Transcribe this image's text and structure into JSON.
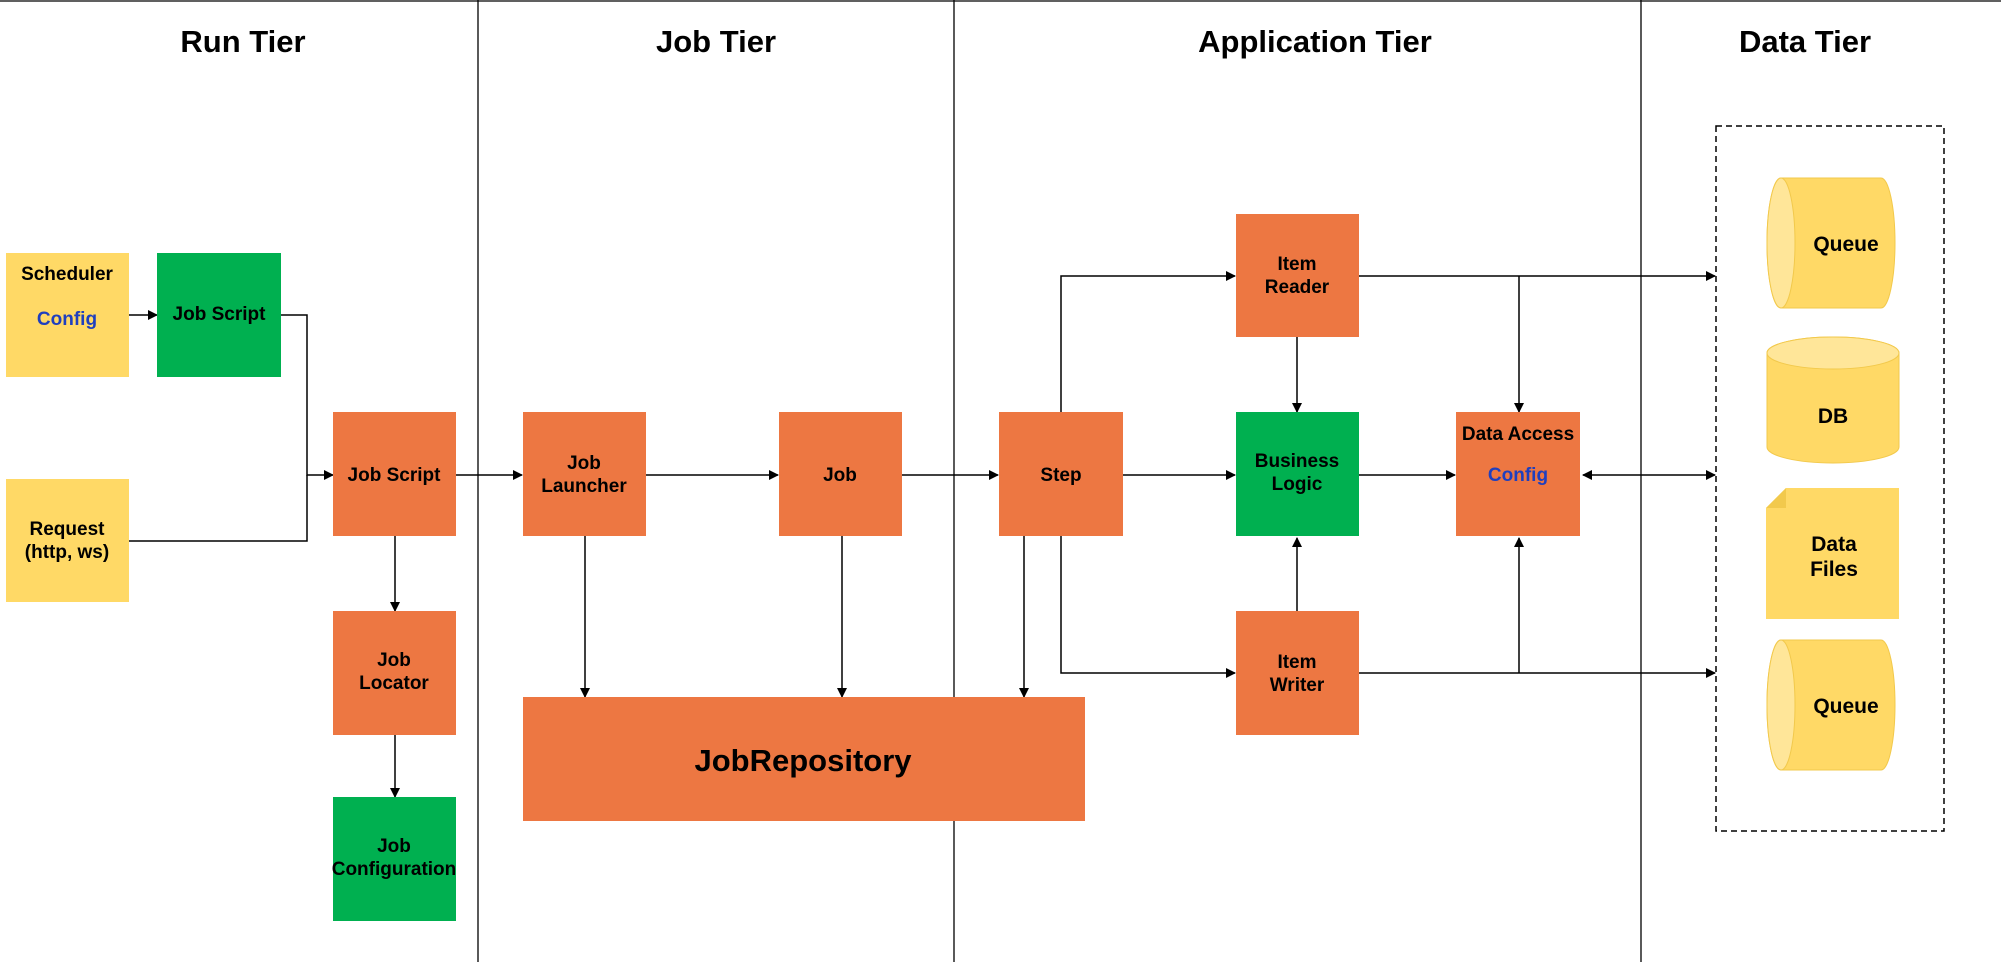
{
  "colors": {
    "orange": "#ED7742",
    "green": "#00B050",
    "yellow": "#FFD966",
    "yellow_light": "#FFE699",
    "config_blue": "#1F3FBF",
    "line": "#000000"
  },
  "tiers": {
    "run": "Run Tier",
    "job": "Job Tier",
    "application": "Application Tier",
    "data": "Data Tier"
  },
  "run_tier": {
    "scheduler": {
      "title": "Scheduler",
      "config": "Config"
    },
    "job_script_green": "Job Script",
    "request": [
      "Request",
      "(http, ws)"
    ],
    "job_script": "Job Script",
    "job_locator": [
      "Job",
      "Locator"
    ],
    "job_configuration": [
      "Job",
      "Configuration"
    ]
  },
  "job_tier": {
    "job_launcher": [
      "Job",
      "Launcher"
    ],
    "job": "Job",
    "job_repository": "JobRepository"
  },
  "application_tier": {
    "step": "Step",
    "item_reader": [
      "Item",
      "Reader"
    ],
    "business_logic": [
      "Business",
      "Logic"
    ],
    "item_writer": [
      "Item",
      "Writer"
    ],
    "data_access": {
      "title": "Data Access",
      "config": "Config"
    }
  },
  "data_tier": {
    "queue_top": "Queue",
    "db": "DB",
    "data_files": [
      "Data",
      "Files"
    ],
    "queue_bottom": "Queue"
  }
}
